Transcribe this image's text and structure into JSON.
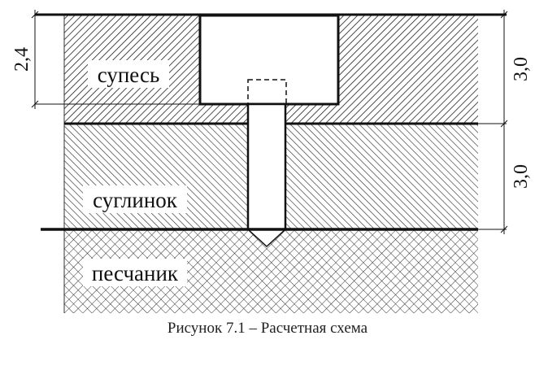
{
  "layers": [
    {
      "name": "супесь",
      "pattern": "diagonal-right"
    },
    {
      "name": "суглинок",
      "pattern": "diagonal-left"
    },
    {
      "name": "песчаник",
      "pattern": "crosshatch"
    }
  ],
  "dimensions": {
    "left": "2,4",
    "right_top": "3,0",
    "right_bottom": "3,0"
  },
  "caption": "Рисунок 7.1 – Расчетная схема",
  "colors": {
    "line": "#111111",
    "background": "#ffffff"
  }
}
